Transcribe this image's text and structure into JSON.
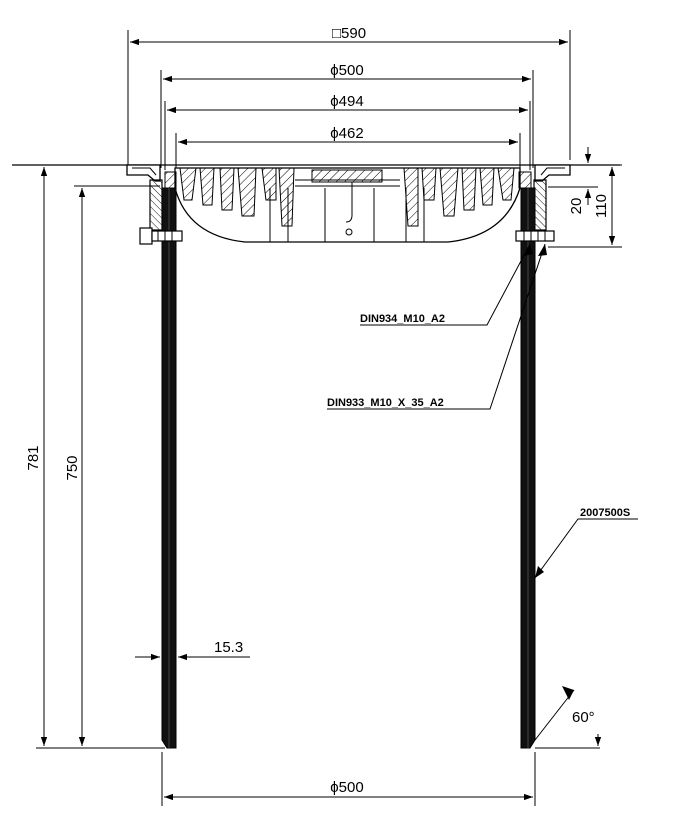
{
  "dimensions": {
    "square_590": "□590",
    "dia_500_top": "ϕ500",
    "dia_494": "ϕ494",
    "dia_462": "ϕ462",
    "h_20": "20",
    "h_110": "110",
    "h_781": "781",
    "h_750": "750",
    "wall_15_3": "15.3",
    "angle_60": "60°",
    "dia_500_bottom": "ϕ500"
  },
  "labels": {
    "bolt_nut": "DIN934_M10_A2",
    "bolt_screw": "DIN933_M10_X_35_A2",
    "pipe_part": "2007500S"
  }
}
